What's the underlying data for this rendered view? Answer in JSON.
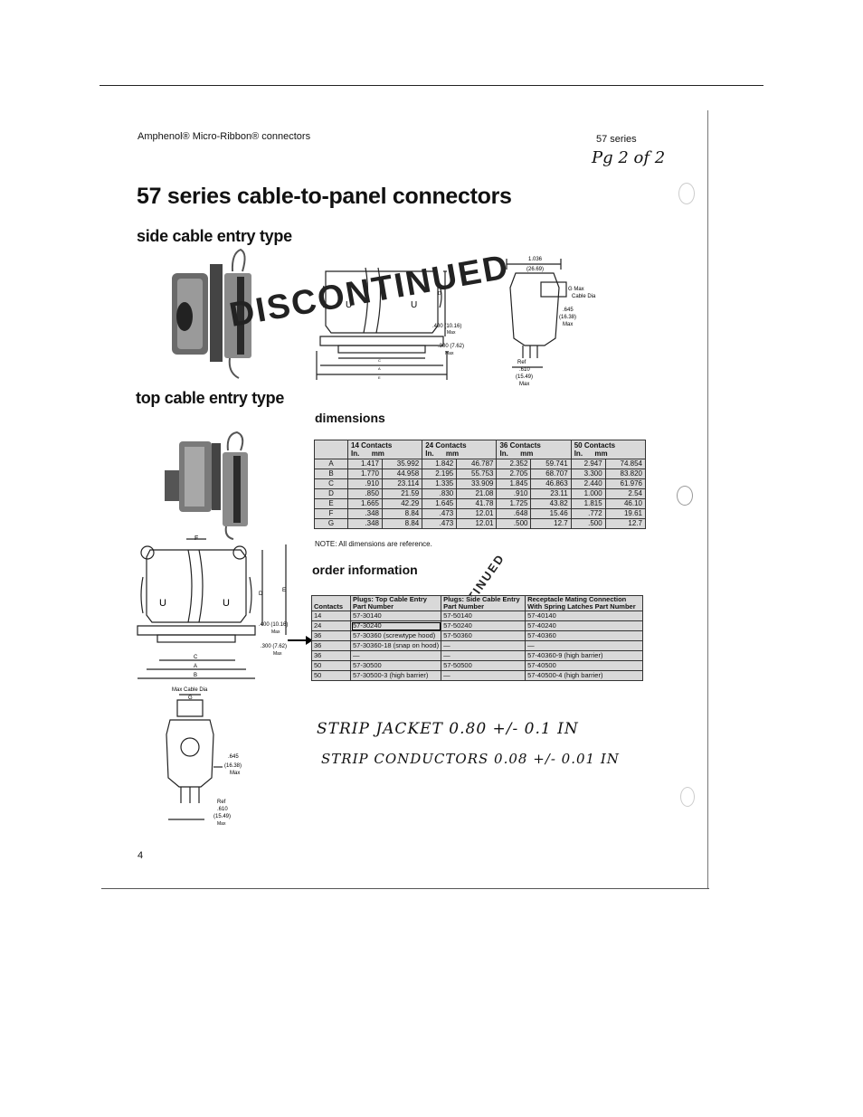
{
  "header": {
    "left": "Amphenol® Micro-Ribbon® connectors",
    "right": "57 series",
    "handwritten_page": "Pg 2 of 2"
  },
  "title": "57 series cable-to-panel connectors",
  "section_side": "side cable entry type",
  "section_top": "top cable entry type",
  "watermark": "DISCONTINUED",
  "dimensions": {
    "heading": "dimensions",
    "groups": [
      "14 Contacts",
      "24 Contacts",
      "36 Contacts",
      "50 Contacts"
    ],
    "units": [
      "In.",
      "mm",
      "In.",
      "mm",
      "In.",
      "mm",
      "In.",
      "mm"
    ],
    "rows": [
      {
        "label": "A",
        "cells": [
          "1.417",
          "35.992",
          "1.842",
          "46.787",
          "2.352",
          "59.741",
          "2.947",
          "74.854"
        ]
      },
      {
        "label": "B",
        "cells": [
          "1.770",
          "44.958",
          "2.195",
          "55.753",
          "2.705",
          "68.707",
          "3.300",
          "83.820"
        ]
      },
      {
        "label": "C",
        "cells": [
          ".910",
          "23.114",
          "1.335",
          "33.909",
          "1.845",
          "46.863",
          "2.440",
          "61.976"
        ]
      },
      {
        "label": "D",
        "cells": [
          ".850",
          "21.59",
          ".830",
          "21.08",
          ".910",
          "23.11",
          "1.000",
          "2.54"
        ]
      },
      {
        "label": "E",
        "cells": [
          "1.665",
          "42.29",
          "1.645",
          "41.78",
          "1.725",
          "43.82",
          "1.815",
          "46.10"
        ]
      },
      {
        "label": "F",
        "cells": [
          ".348",
          "8.84",
          ".473",
          "12.01",
          ".648",
          "15.46",
          ".772",
          "19.61"
        ]
      },
      {
        "label": "G",
        "cells": [
          ".348",
          "8.84",
          ".473",
          "12.01",
          ".500",
          "12.7",
          ".500",
          "12.7"
        ]
      }
    ],
    "note": "NOTE: All dimensions are reference."
  },
  "order": {
    "heading": "order information",
    "columns": [
      "Contacts",
      "Plugs: Top Cable Entry Part Number",
      "Plugs: Side Cable Entry Part Number",
      "Receptacle Mating Connection With Spring Latches Part Number"
    ],
    "rows": [
      {
        "c": "14",
        "top": "57-30140",
        "side": "57-50140",
        "rec": "57-40140"
      },
      {
        "c": "24",
        "top": "57-30240",
        "side": "57-50240",
        "rec": "57-40240"
      },
      {
        "c": "36",
        "top": "57-30360 (screwtype hood)",
        "side": "57-50360",
        "rec": "57-40360"
      },
      {
        "c": "36",
        "top": "57-30360-18 (snap on hood)",
        "side": "—",
        "rec": "—"
      },
      {
        "c": "36",
        "top": "—",
        "side": "—",
        "rec": "57-40360-9 (high barrier)"
      },
      {
        "c": "50",
        "top": "57-30500",
        "side": "57-50500",
        "rec": "57-40500"
      },
      {
        "c": "50",
        "top": "57-30500-3 (high barrier)",
        "side": "—",
        "rec": "57-40500-4 (high barrier)"
      }
    ]
  },
  "handwritten_notes": [
    "STRIP JACKET 0.80 +/- 0.1 IN",
    "STRIP CONDUCTORS 0.08 +/- 0.01 IN"
  ],
  "drawing_labels": {
    "d1": "1.036",
    "d1mm": "(26.69)",
    "gmax": "G Max",
    "cabledia": "Cable Dia",
    "d645": ".645",
    "d645mm": "(16.38)",
    "max": "Max",
    "d400": ".400 (10.16)",
    "d300": ".300 (7.62)",
    "ref": "Ref",
    "d610": ".610",
    "d610mm": "(15.49)",
    "maxcable": "Max Cable Dia",
    "A": "A",
    "B": "B",
    "C": "C",
    "D": "D",
    "E": "E",
    "F": "F",
    "G": "G",
    "U": "U"
  },
  "page_number": "4"
}
